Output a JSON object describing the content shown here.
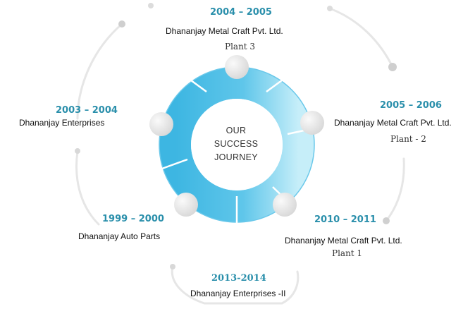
{
  "center": {
    "line1": "OUR",
    "line2": "SUCCESS",
    "line3": "JOURNEY"
  },
  "milestones": [
    {
      "year": "2004 – 2005",
      "name": "Dhananjay Metal Craft Pvt. Ltd.",
      "sub": "Plant 3"
    },
    {
      "year": "2005 – 2006",
      "name": "Dhananjay Metal Craft Pvt. Ltd.",
      "sub": "Plant - 2"
    },
    {
      "year": "2010 – 2011",
      "name": "Dhananjay Metal Craft Pvt. Ltd.",
      "sub": "Plant 1"
    },
    {
      "year": "2013-2014",
      "name": "Dhananjay Enterprises -II",
      "sub": ""
    },
    {
      "year": "1999 – 2000",
      "name": "Dhananjay Auto Parts",
      "sub": ""
    },
    {
      "year": "2003 – 2004",
      "name": "Dhananjay Enterprises",
      "sub": ""
    }
  ],
  "colors": {
    "accent": "#2a8fab",
    "ring_light": "#a8e4f4",
    "ring_dark": "#4bbee4"
  }
}
